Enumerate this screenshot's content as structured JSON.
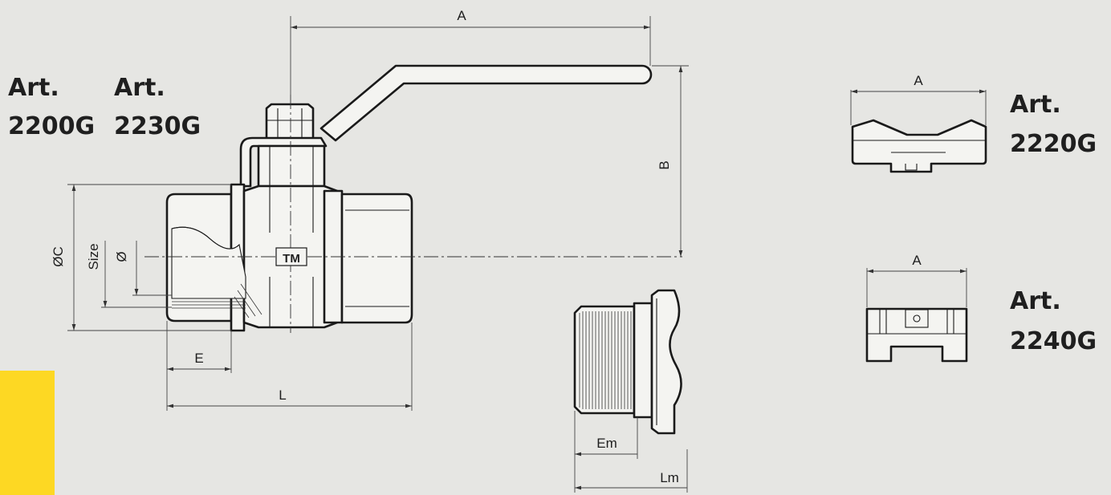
{
  "labels": {
    "art_2200": [
      "Art.",
      "2200G"
    ],
    "art_2230": [
      "Art.",
      "2230G"
    ],
    "art_2220": [
      "Art.",
      "2220G"
    ],
    "art_2240": [
      "Art.",
      "2240G"
    ]
  },
  "dimensions": {
    "a_main": "A",
    "b": "B",
    "oc": "ØC",
    "size": "Size",
    "o": "Ø",
    "e": "E",
    "l": "L",
    "em": "Em",
    "lm": "Lm",
    "a_butterfly": "A",
    "a_tee": "A"
  },
  "logo": "TM",
  "colors": {
    "background": "#e6e6e3",
    "accent_yellow": "#fdd823",
    "line": "#1a1a1a"
  }
}
